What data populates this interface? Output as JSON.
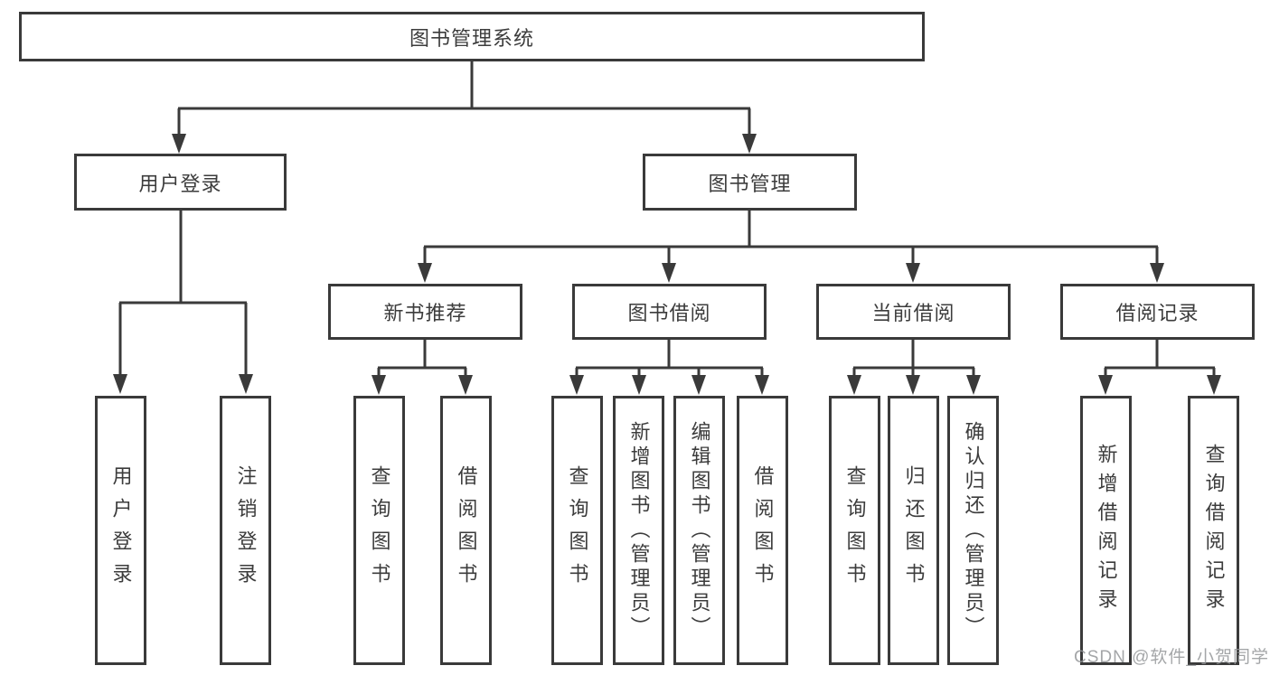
{
  "diagram": {
    "title": "图书管理系统",
    "branches": [
      {
        "label": "用户登录",
        "leaves": [
          "用户登录",
          "注销登录"
        ]
      },
      {
        "label": "图书管理",
        "sections": [
          {
            "label": "新书推荐",
            "leaves": [
              "查询图书",
              "借阅图书"
            ]
          },
          {
            "label": "图书借阅",
            "leaves": [
              "查询图书",
              "新增图书（管理员）",
              "编辑图书（管理员）",
              "借阅图书"
            ]
          },
          {
            "label": "当前借阅",
            "leaves": [
              "查询图书",
              "归还图书",
              "确认归还（管理员）"
            ]
          },
          {
            "label": "借阅记录",
            "leaves": [
              "新增借阅记录",
              "查询借阅记录"
            ]
          }
        ]
      }
    ]
  },
  "watermark": "CSDN @软件_小贺同学",
  "colors": {
    "line": "#3a3a3a",
    "text": "#3c3c3c",
    "box_background": "#ffffff",
    "watermark": "#949699",
    "background": "#ffffff"
  }
}
